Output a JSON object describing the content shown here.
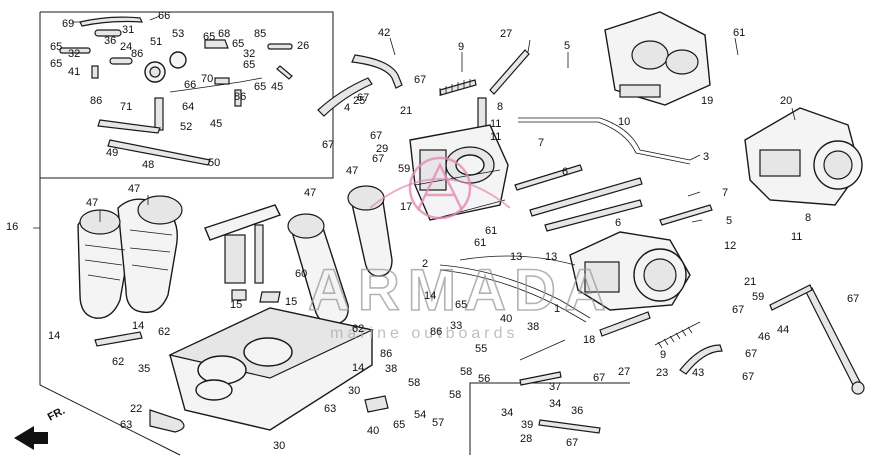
{
  "watermark": {
    "brand": "ARMADA",
    "tagline": "marine outboards",
    "color": "#e48bb4"
  },
  "direction_label": "FR.",
  "callouts": [
    {
      "id": "c69",
      "text": "69"
    },
    {
      "id": "c31",
      "text": "31"
    },
    {
      "id": "c66a",
      "text": "66"
    },
    {
      "id": "c65a",
      "text": "65"
    },
    {
      "id": "c32a",
      "text": "32"
    },
    {
      "id": "c65b",
      "text": "65"
    },
    {
      "id": "c41",
      "text": "41"
    },
    {
      "id": "c36",
      "text": "36"
    },
    {
      "id": "c24",
      "text": "24"
    },
    {
      "id": "c86a",
      "text": "86"
    },
    {
      "id": "c51",
      "text": "51"
    },
    {
      "id": "c53",
      "text": "53"
    },
    {
      "id": "c65c",
      "text": "65"
    },
    {
      "id": "c68",
      "text": "68"
    },
    {
      "id": "c65d",
      "text": "65"
    },
    {
      "id": "c32b",
      "text": "32"
    },
    {
      "id": "c85",
      "text": "85"
    },
    {
      "id": "c26",
      "text": "26"
    },
    {
      "id": "c65e",
      "text": "65"
    },
    {
      "id": "c70",
      "text": "70"
    },
    {
      "id": "c66b",
      "text": "66"
    },
    {
      "id": "c65f",
      "text": "65"
    },
    {
      "id": "c45a",
      "text": "45"
    },
    {
      "id": "c86b",
      "text": "86"
    },
    {
      "id": "c71",
      "text": "71"
    },
    {
      "id": "c64",
      "text": "64"
    },
    {
      "id": "c86c",
      "text": "86"
    },
    {
      "id": "c45b",
      "text": "45"
    },
    {
      "id": "c52",
      "text": "52"
    },
    {
      "id": "c49",
      "text": "49"
    },
    {
      "id": "c48",
      "text": "48"
    },
    {
      "id": "c50",
      "text": "50"
    },
    {
      "id": "c16",
      "text": "16"
    },
    {
      "id": "c47a",
      "text": "47"
    },
    {
      "id": "c47b",
      "text": "47"
    },
    {
      "id": "c47c",
      "text": "47"
    },
    {
      "id": "c47d",
      "text": "47"
    },
    {
      "id": "c14a",
      "text": "14"
    },
    {
      "id": "c62a",
      "text": "62"
    },
    {
      "id": "c14b",
      "text": "14"
    },
    {
      "id": "c62b",
      "text": "62"
    },
    {
      "id": "c35",
      "text": "35"
    },
    {
      "id": "c15a",
      "text": "15"
    },
    {
      "id": "c15b",
      "text": "15"
    },
    {
      "id": "c60",
      "text": "60"
    },
    {
      "id": "c63a",
      "text": "63"
    },
    {
      "id": "c22",
      "text": "22"
    },
    {
      "id": "c63b",
      "text": "63"
    },
    {
      "id": "c30a",
      "text": "30"
    },
    {
      "id": "c30b",
      "text": "30"
    },
    {
      "id": "c42",
      "text": "42"
    },
    {
      "id": "c67a",
      "text": "67"
    },
    {
      "id": "c9a",
      "text": "9"
    },
    {
      "id": "c27a",
      "text": "27"
    },
    {
      "id": "c5a",
      "text": "5"
    },
    {
      "id": "c25",
      "text": "25"
    },
    {
      "id": "c4",
      "text": "4"
    },
    {
      "id": "c67b",
      "text": "67"
    },
    {
      "id": "c21a",
      "text": "21"
    },
    {
      "id": "c8a",
      "text": "8"
    },
    {
      "id": "c11a",
      "text": "11"
    },
    {
      "id": "c11b",
      "text": "11"
    },
    {
      "id": "c67c",
      "text": "67"
    },
    {
      "id": "c67d",
      "text": "67"
    },
    {
      "id": "c29",
      "text": "29"
    },
    {
      "id": "c67e",
      "text": "67"
    },
    {
      "id": "c59a",
      "text": "59"
    },
    {
      "id": "c17",
      "text": "17"
    },
    {
      "id": "c3",
      "text": "3"
    },
    {
      "id": "c7a",
      "text": "7"
    },
    {
      "id": "c6a",
      "text": "6"
    },
    {
      "id": "c6b",
      "text": "6"
    },
    {
      "id": "c7b",
      "text": "7"
    },
    {
      "id": "c5b",
      "text": "5"
    },
    {
      "id": "c61a",
      "text": "61"
    },
    {
      "id": "c19",
      "text": "19"
    },
    {
      "id": "c10",
      "text": "10"
    },
    {
      "id": "c20",
      "text": "20"
    },
    {
      "id": "c8b",
      "text": "8"
    },
    {
      "id": "c11c",
      "text": "11"
    },
    {
      "id": "c12",
      "text": "12"
    },
    {
      "id": "c13a",
      "text": "13"
    },
    {
      "id": "c13b",
      "text": "13"
    },
    {
      "id": "c61b",
      "text": "61"
    },
    {
      "id": "c2",
      "text": "2"
    },
    {
      "id": "c1",
      "text": "1"
    },
    {
      "id": "c14c",
      "text": "14"
    },
    {
      "id": "c14d",
      "text": "14"
    },
    {
      "id": "c62c",
      "text": "62"
    },
    {
      "id": "c65g",
      "text": "65"
    },
    {
      "id": "c86d",
      "text": "86"
    },
    {
      "id": "c33",
      "text": "33"
    },
    {
      "id": "c40a",
      "text": "40"
    },
    {
      "id": "c38a",
      "text": "38"
    },
    {
      "id": "c18",
      "text": "18"
    },
    {
      "id": "c86e",
      "text": "86"
    },
    {
      "id": "c38b",
      "text": "38"
    },
    {
      "id": "c58a",
      "text": "58"
    },
    {
      "id": "c58b",
      "text": "58"
    },
    {
      "id": "c58c",
      "text": "58"
    },
    {
      "id": "c56",
      "text": "56"
    },
    {
      "id": "c55",
      "text": "55"
    },
    {
      "id": "c37",
      "text": "37"
    },
    {
      "id": "c67f",
      "text": "67"
    },
    {
      "id": "c54",
      "text": "54"
    },
    {
      "id": "c57",
      "text": "57"
    },
    {
      "id": "c40b",
      "text": "40"
    },
    {
      "id": "c65h",
      "text": "65"
    },
    {
      "id": "c34a",
      "text": "34"
    },
    {
      "id": "c34b",
      "text": "34"
    },
    {
      "id": "c39",
      "text": "39"
    },
    {
      "id": "c28",
      "text": "28"
    },
    {
      "id": "c36b",
      "text": "36"
    },
    {
      "id": "c67g",
      "text": "67"
    },
    {
      "id": "c21b",
      "text": "21"
    },
    {
      "id": "c59b",
      "text": "59"
    },
    {
      "id": "c67h",
      "text": "67"
    },
    {
      "id": "c46",
      "text": "46"
    },
    {
      "id": "c44",
      "text": "44"
    },
    {
      "id": "c67i",
      "text": "67"
    },
    {
      "id": "c67j",
      "text": "67"
    },
    {
      "id": "c23",
      "text": "23"
    },
    {
      "id": "c43",
      "text": "43"
    },
    {
      "id": "c67k",
      "text": "67"
    },
    {
      "id": "c9b",
      "text": "9"
    },
    {
      "id": "c27b",
      "text": "27"
    },
    {
      "id": "c61c",
      "text": "61"
    }
  ]
}
